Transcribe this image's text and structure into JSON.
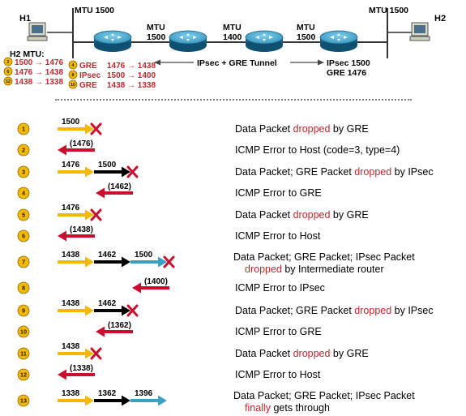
{
  "topology": {
    "h1_label": "H1",
    "h2_label": "H2",
    "mtu_labels": [
      {
        "title": "MTU",
        "value": "1500"
      },
      {
        "title": "MTU",
        "value": "1500"
      },
      {
        "title": "MTU",
        "value": "1400"
      },
      {
        "title": "MTU",
        "value": "1500"
      },
      {
        "title": "MTU",
        "value": "1500"
      }
    ],
    "h1_mtu_full": "MTU 1500",
    "h2_mtu_full": "MTU 1500",
    "tunnel_label": "IPsec + GRE Tunnel",
    "right_info": [
      "IPsec 1500",
      "GRE 1476"
    ],
    "h2_mtu_title": "H2 MTU:",
    "h2_mtu_changes": [
      {
        "num": "2",
        "text": "1500 → 1476"
      },
      {
        "num": "6",
        "text": "1476 → 1438"
      },
      {
        "num": "12",
        "text": "1438 → 1338"
      }
    ],
    "gre_ipsec_changes": [
      {
        "num": "4",
        "name": "GRE",
        "text": "1476 → 1438"
      },
      {
        "num": "8",
        "name": "IPsec",
        "text": "1500 → 1400"
      },
      {
        "num": "10",
        "name": "GRE",
        "text": "1438 → 1338"
      }
    ]
  },
  "colors": {
    "yellow": "#f5b800",
    "black": "#000000",
    "blue": "#3aa0c8",
    "red": "#c8102e",
    "router": "#2f8db5",
    "accent_text": "#c0282d"
  },
  "steps": [
    {
      "num": "1",
      "arrows": [
        {
          "color": "yellow",
          "label": "1500"
        }
      ],
      "x": true,
      "description": [
        {
          "text": "Data Packet "
        },
        {
          "text": "dropped",
          "red": true
        },
        {
          "text": " by GRE"
        }
      ]
    },
    {
      "num": "2",
      "back": {
        "label": "(1476)"
      },
      "description": [
        {
          "text": "ICMP Error to Host (code=3, type=4)"
        }
      ]
    },
    {
      "num": "3",
      "arrows": [
        {
          "color": "yellow",
          "label": "1476"
        },
        {
          "color": "black",
          "label": "1500"
        }
      ],
      "x": true,
      "description": [
        {
          "text": "Data Packet; GRE Packet "
        },
        {
          "text": "dropped",
          "red": true
        },
        {
          "text": " by IPsec"
        }
      ]
    },
    {
      "num": "4",
      "back": {
        "label": "(1462)"
      },
      "description": [
        {
          "text": "ICMP Error to GRE"
        }
      ]
    },
    {
      "num": "5",
      "arrows": [
        {
          "color": "yellow",
          "label": "1476"
        }
      ],
      "x": true,
      "description": [
        {
          "text": "Data Packet "
        },
        {
          "text": "dropped",
          "red": true
        },
        {
          "text": " by GRE"
        }
      ]
    },
    {
      "num": "6",
      "back": {
        "label": "(1438)"
      },
      "description": [
        {
          "text": "ICMP Error to Host"
        }
      ]
    },
    {
      "num": "7",
      "arrows": [
        {
          "color": "yellow",
          "label": "1438"
        },
        {
          "color": "black",
          "label": "1462"
        },
        {
          "color": "blue",
          "label": "1500"
        }
      ],
      "x": true,
      "description": [
        {
          "text": "Data Packet; GRE Packet; IPsec Packet"
        }
      ],
      "description2": [
        {
          "text": "dropped",
          "red": true
        },
        {
          "text": " by Intermediate router"
        }
      ]
    },
    {
      "num": "8",
      "back": {
        "label": "(1400)"
      },
      "description": [
        {
          "text": "ICMP Error to IPsec"
        }
      ]
    },
    {
      "num": "9",
      "arrows": [
        {
          "color": "yellow",
          "label": "1438"
        },
        {
          "color": "black",
          "label": "1462"
        }
      ],
      "x": true,
      "description": [
        {
          "text": "Data Packet; GRE Packet "
        },
        {
          "text": "dropped",
          "red": true
        },
        {
          "text": " by IPsec"
        }
      ]
    },
    {
      "num": "10",
      "back": {
        "label": "(1362)"
      },
      "description": [
        {
          "text": "ICMP Error to GRE"
        }
      ]
    },
    {
      "num": "11",
      "arrows": [
        {
          "color": "yellow",
          "label": "1438"
        }
      ],
      "x": true,
      "description": [
        {
          "text": "Data Packet "
        },
        {
          "text": "dropped",
          "red": true
        },
        {
          "text": " by GRE"
        }
      ]
    },
    {
      "num": "12",
      "back": {
        "label": "(1338)"
      },
      "description": [
        {
          "text": "ICMP Error to Host"
        }
      ]
    },
    {
      "num": "13",
      "arrows": [
        {
          "color": "yellow",
          "label": "1338"
        },
        {
          "color": "black",
          "label": "1362"
        },
        {
          "color": "blue",
          "label": "1396"
        }
      ],
      "x": false,
      "description": [
        {
          "text": "Data Packet; GRE Packet;  IPsec Packet"
        }
      ],
      "description2": [
        {
          "text": "finally",
          "red": true
        },
        {
          "text": " gets through"
        }
      ]
    }
  ]
}
